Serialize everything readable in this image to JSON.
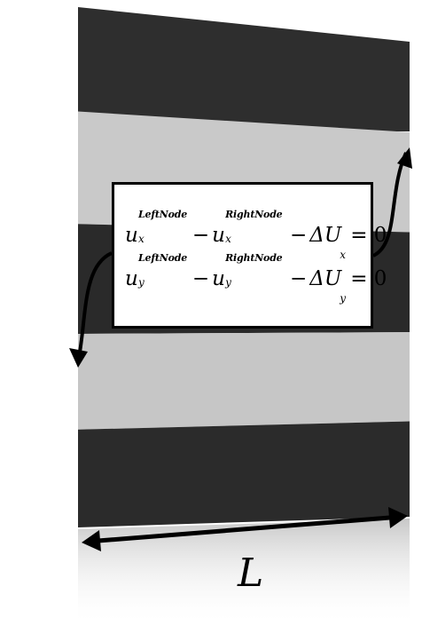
{
  "equations": [
    {
      "var": "u",
      "comp_left": "x",
      "sup_left": "LeftNode",
      "minus": "−",
      "comp_right": "x",
      "sup_right": "RightNode",
      "delta": "ΔU",
      "delta_sub": "x",
      "rhs": "= 0"
    },
    {
      "var": "u",
      "comp_left": "y",
      "sup_left": "LeftNode",
      "minus": "−",
      "comp_right": "y",
      "sup_right": "RightNode",
      "delta": "ΔU",
      "delta_sub": "y",
      "rhs": "= 0"
    }
  ],
  "dimension_label": "L",
  "colors": {
    "dark_band": "#2b2b2b",
    "light_band": "#c4c4c4",
    "arrow": "#000000",
    "box_border": "#000000"
  }
}
